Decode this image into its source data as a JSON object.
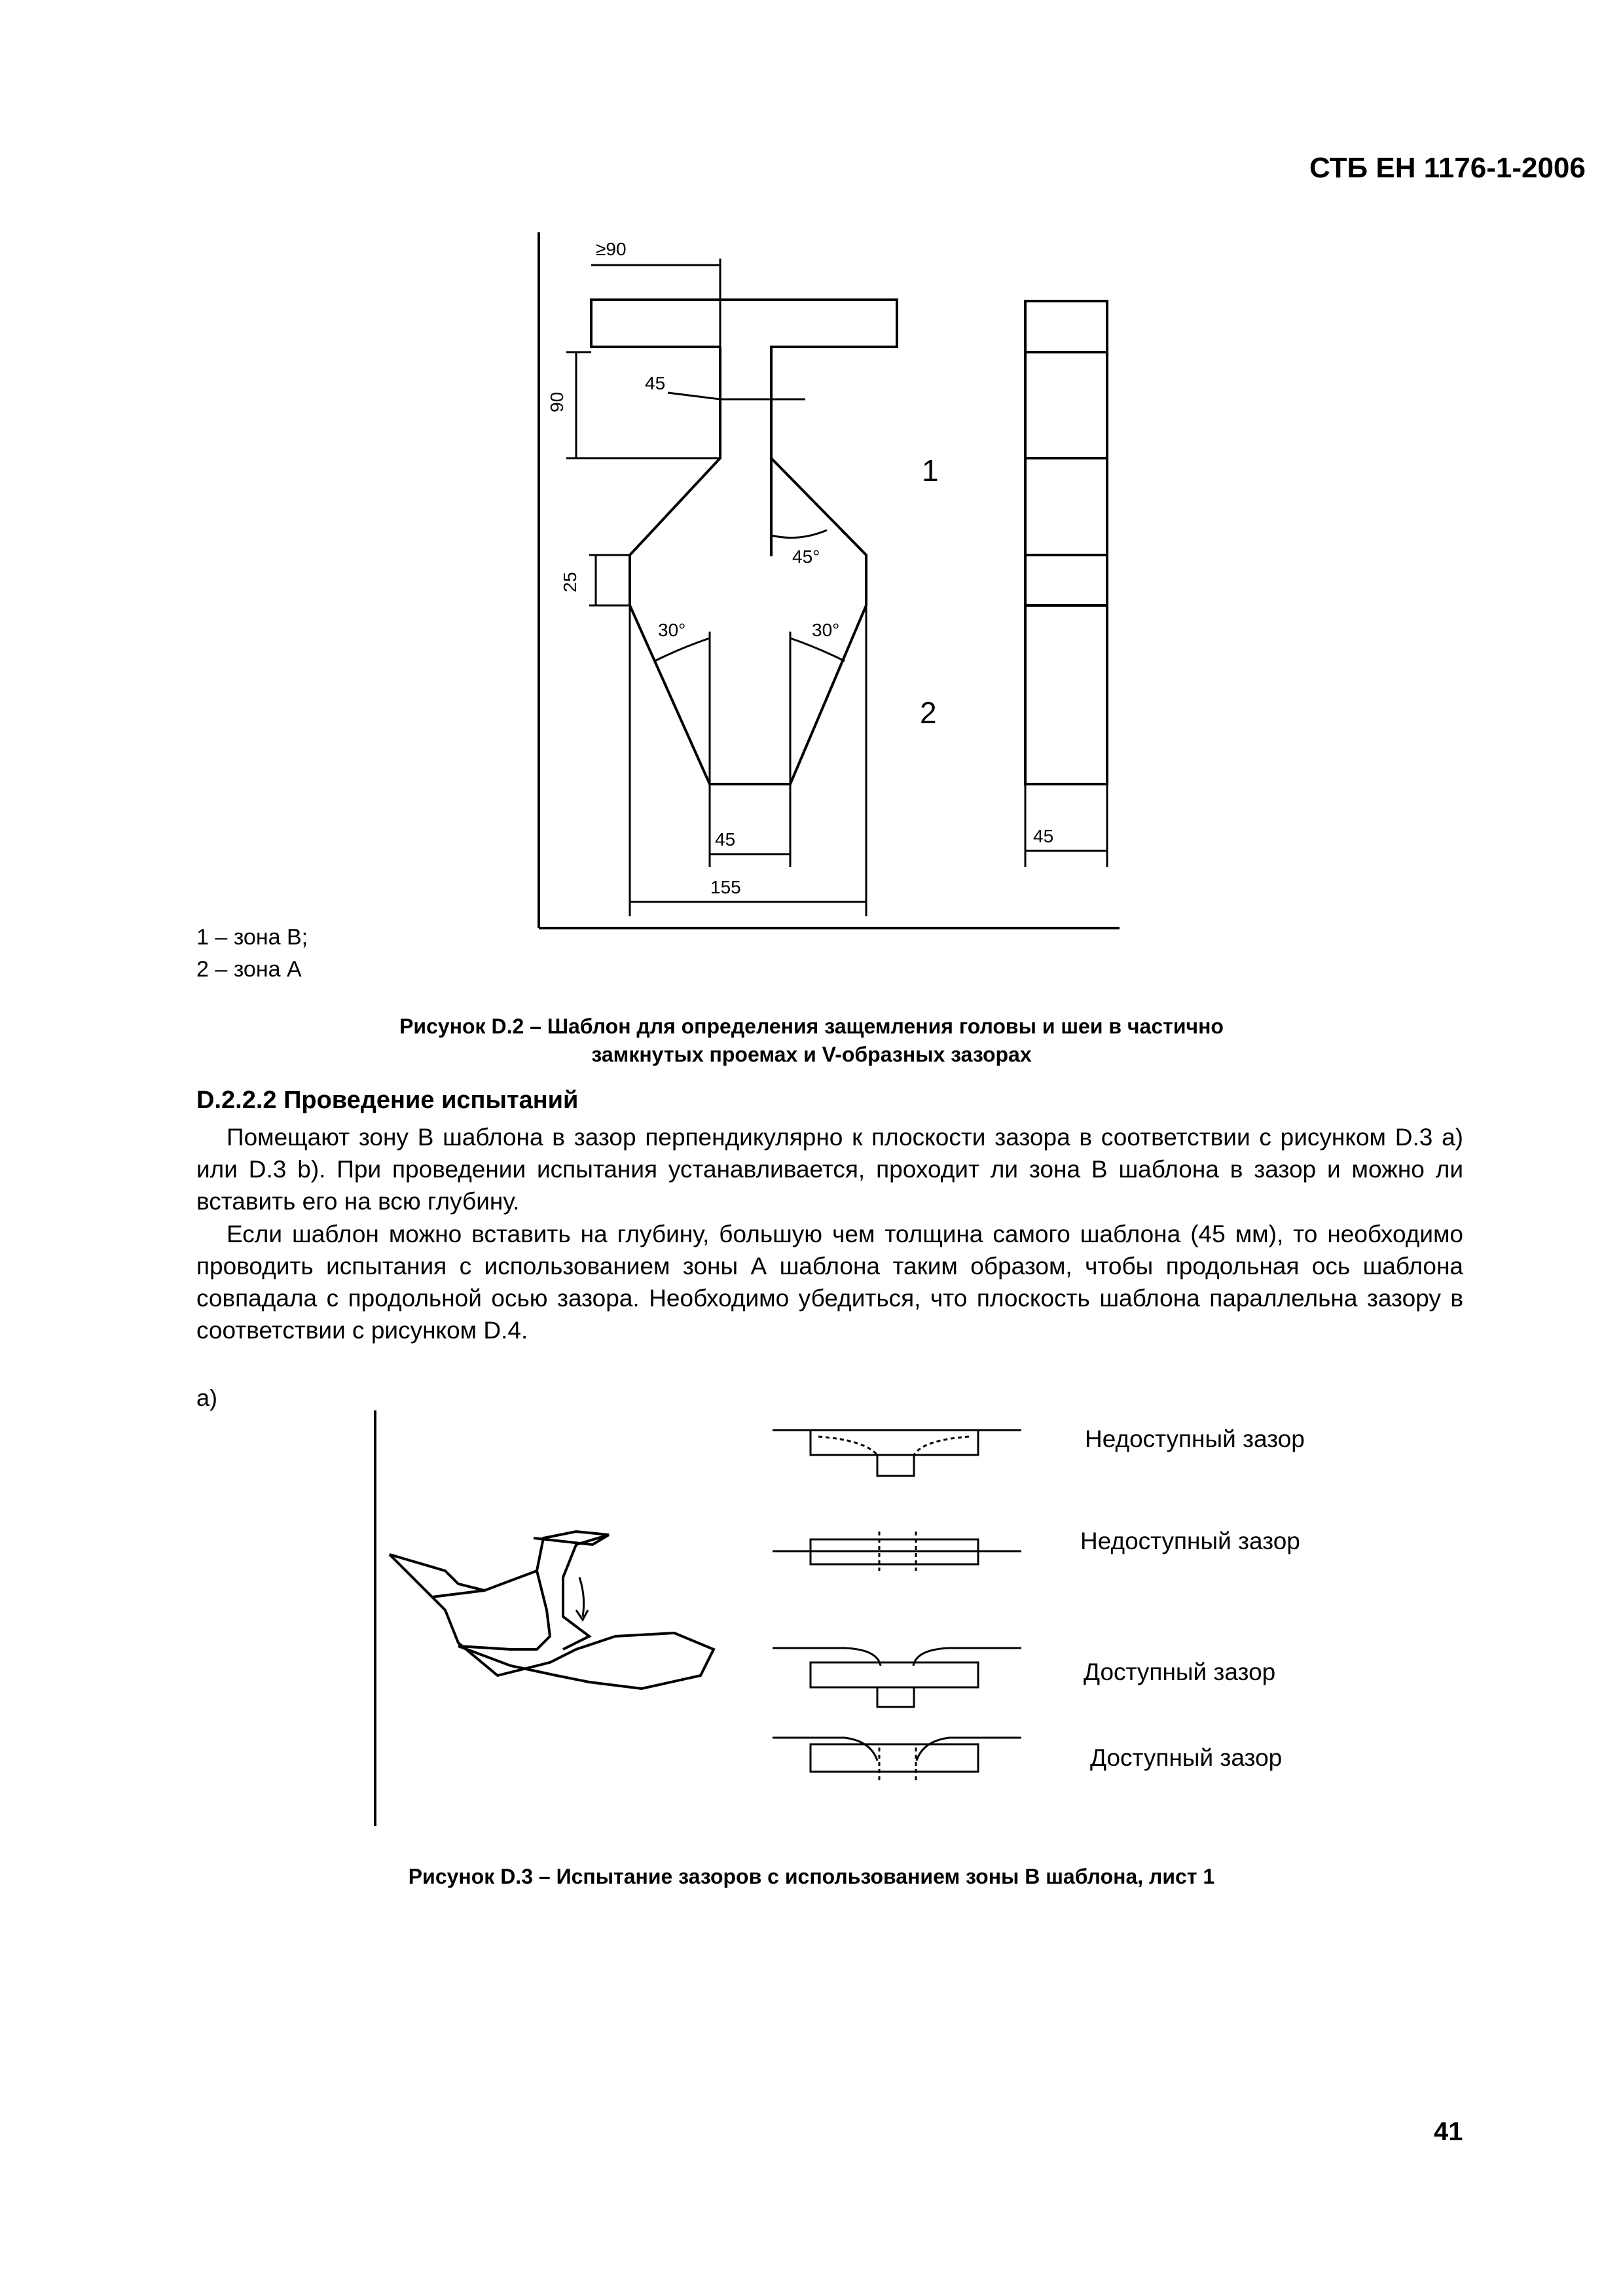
{
  "header": {
    "doc_code": "СТБ ЕН 1176-1-2006"
  },
  "figure_d2": {
    "dimensions": {
      "top_width": "≥90",
      "head_height": "90",
      "slot_width": "45",
      "angle_45": "45°",
      "shoulder_height": "25",
      "angle_30_left": "30°",
      "angle_30_right": "30°",
      "bottom_width": "45",
      "total_width": "155",
      "thickness": "45"
    },
    "zone_markers": {
      "zone1": "1",
      "zone2": "2"
    },
    "legend": [
      "1 – зона В;",
      "2 – зона А"
    ],
    "caption_line1": "Рисунок D.2 – Шаблон для определения защемления головы и шеи в частично",
    "caption_line2": "замкнутых проемах и V-образных зазорах"
  },
  "section": {
    "heading": "D.2.2.2 Проведение испытаний",
    "paragraph1": "Помещают зону В шаблона в зазор перпендикулярно к плоскости зазора в соответствии с рисунком D.3 а) или D.3 b). При проведении испытания устанавливается, проходит ли зона В шаблона в зазор и можно ли вставить его на всю глубину.",
    "paragraph2": "Если шаблон можно вставить на глубину, большую чем толщина самого шаблона (45 мм), то необходимо проводить испытания с использованием зоны А шаблона таким образом, чтобы продольная ось шаблона совпадала с продольной осью зазора. Необходимо убедиться, что плоскость шаблона параллельна зазору в соответствии с рисунком D.4."
  },
  "figure_d3": {
    "label": "а)",
    "gap_labels": [
      "Недоступный зазор",
      "Недоступный зазор",
      "Доступный зазор",
      "Доступный зазор"
    ],
    "caption": "Рисунок D.3 – Испытание зазоров с использованием зоны В шаблона, лист 1"
  },
  "page_number": "41"
}
